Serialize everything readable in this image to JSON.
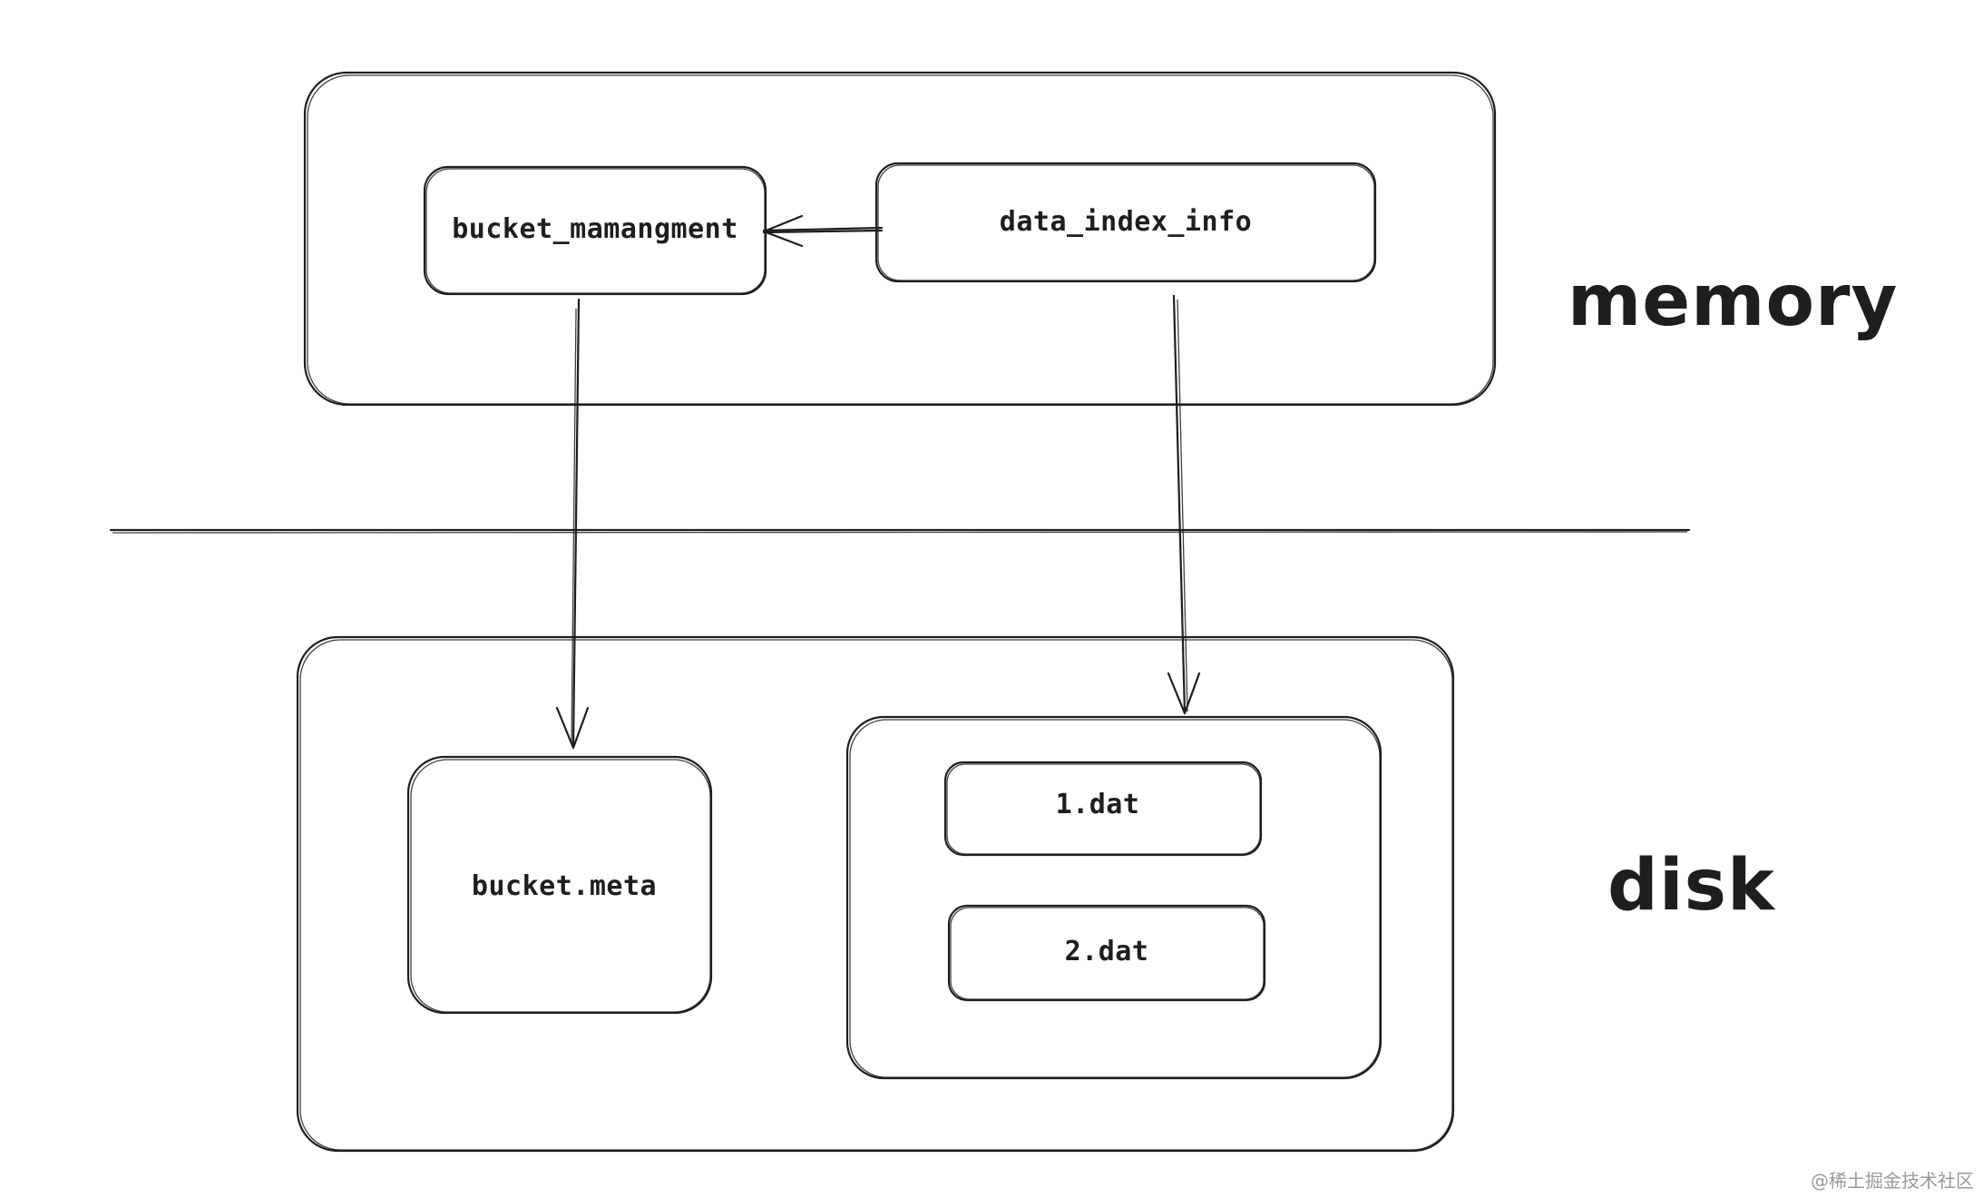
{
  "diagram": {
    "memory_label": "memory",
    "disk_label": "disk",
    "nodes": {
      "bucket_management": "bucket_mamangment",
      "data_index_info": "data_index_info",
      "bucket_meta": "bucket.meta",
      "dat1": "1.dat",
      "dat2": "2.dat"
    },
    "edges": [
      {
        "from": "data_index_info",
        "to": "bucket_mamangment"
      },
      {
        "from": "bucket_mamangment",
        "to": "bucket.meta"
      },
      {
        "from": "data_index_info",
        "to": "1.dat / 2.dat"
      }
    ]
  },
  "watermark": "@稀土掘金技术社区"
}
